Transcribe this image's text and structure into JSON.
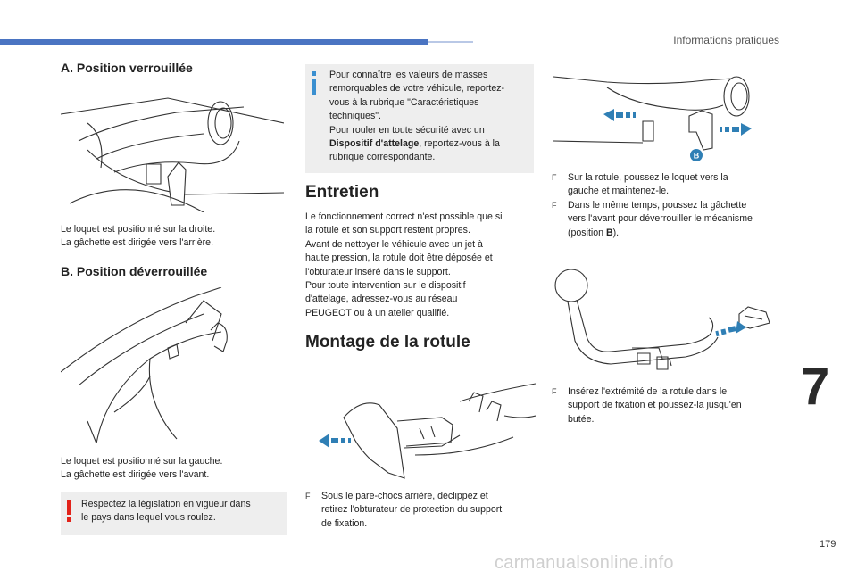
{
  "header": {
    "section_title": "Informations pratiques"
  },
  "col1": {
    "heading_a": "A. Position verrouillée",
    "text_a": [
      "Le loquet est positionné sur la droite.",
      "La gâchette est dirigée vers l'arrière."
    ],
    "heading_b": "B. Position déverrouillée",
    "text_b": [
      "Le loquet est positionné sur la gauche.",
      "La gâchette est dirigée vers l'avant."
    ],
    "warning": [
      "Respectez la législation en vigueur dans",
      "le pays dans lequel vous roulez."
    ]
  },
  "col2": {
    "info": {
      "lines": [
        "Pour connaître les valeurs de masses",
        "remorquables de votre véhicule, reportez-",
        "vous à la rubrique \"Caractéristiques",
        "techniques\".",
        "Pour rouler en toute sécurité avec un"
      ],
      "bold": "Dispositif d'attelage",
      "after_bold": ", reportez-vous à la",
      "last": "rubrique correspondante."
    },
    "heading_entretien": "Entretien",
    "entretien": [
      "Le fonctionnement correct n'est possible que si",
      "la rotule et son support restent propres.",
      "Avant de nettoyer le véhicule avec un jet à",
      "haute pression, la rotule doit être déposée et",
      "l'obturateur inséré dans le support.",
      "Pour toute intervention sur le dispositif",
      "d'attelage, adressez-vous au réseau",
      "PEUGEOT ou à un atelier qualifié."
    ],
    "heading_montage": "Montage de la rotule",
    "bullet_1": [
      "Sous le pare-chocs arrière, déclippez et",
      "retirez l'obturateur de protection du support",
      "de fixation."
    ]
  },
  "col3": {
    "label_b": "B",
    "bullet_2": [
      "Sur la rotule, poussez le loquet vers la",
      "gauche et maintenez-le."
    ],
    "bullet_3_lines": [
      "Dans le même temps, poussez la gâchette",
      "vers l'avant pour déverrouiller le mécanisme"
    ],
    "bullet_3_pos_prefix": "(position ",
    "bullet_3_pos_bold": "B",
    "bullet_3_pos_suffix": ").",
    "bullet_4": [
      "Insérez l'extrémité de la rotule dans le",
      "support de fixation et poussez-la jusqu'en",
      "butée."
    ]
  },
  "bullet_marker": "F",
  "chapter_number": "7",
  "page_number": "179",
  "watermark": "carmanualsonline.info",
  "colors": {
    "accent": "#4a74c2",
    "arrow": "#2f7fb5",
    "warning": "#e2231a",
    "info": "#3a8fd0",
    "note_bg": "#eeeeee"
  }
}
